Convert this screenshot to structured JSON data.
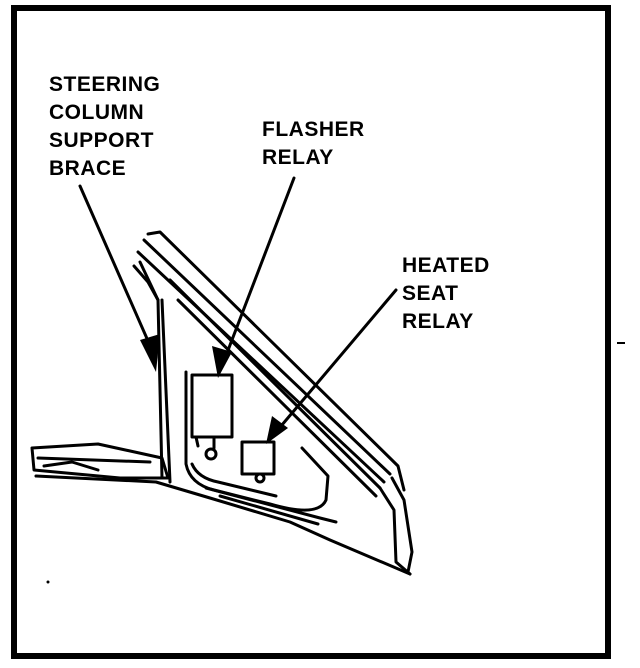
{
  "labels": {
    "steering_column_support_brace": [
      "STEERING",
      "COLUMN",
      "SUPPORT",
      "BRACE"
    ],
    "flasher_relay": [
      "FLASHER",
      "RELAY"
    ],
    "heated_seat_relay": [
      "HEATED",
      "SEAT",
      "RELAY"
    ]
  },
  "colors": {
    "line": "#000000",
    "background": "#ffffff"
  }
}
